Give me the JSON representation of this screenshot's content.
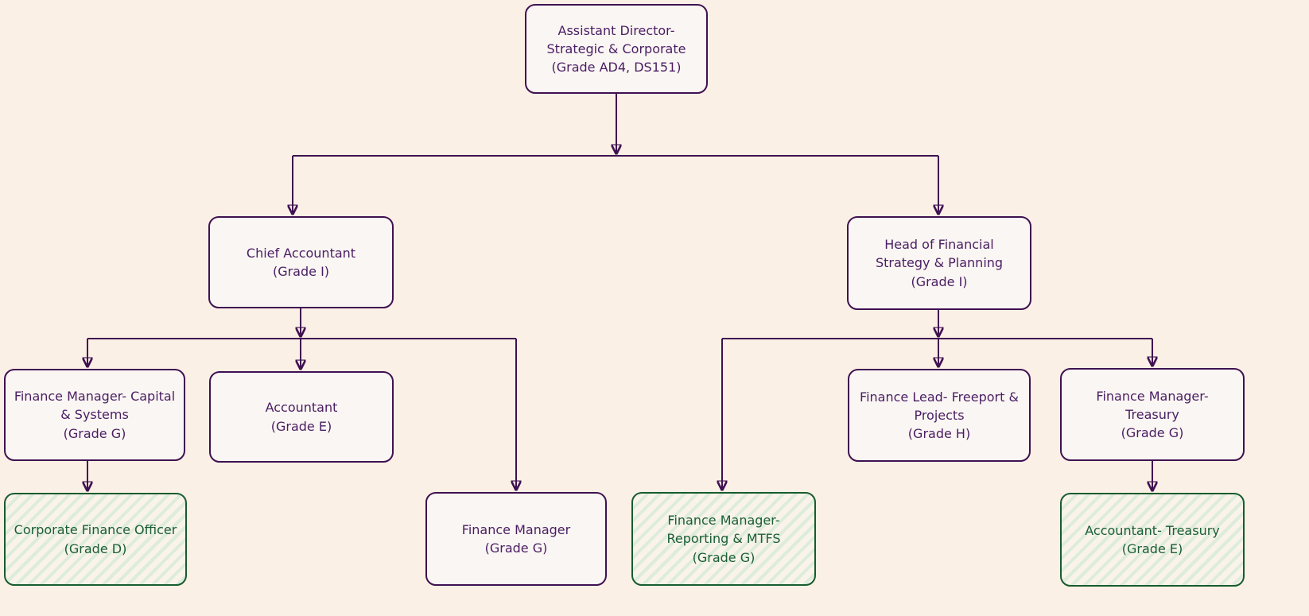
{
  "diagram": {
    "type": "org-chart",
    "colors": {
      "background": "#fbf0e5",
      "purple_border": "#3f1152",
      "purple_fill": "#faf6f3",
      "purple_text": "#4a1d63",
      "green_border": "#175c2e",
      "green_text": "#1b5e33",
      "green_hatch": "#ddecdc",
      "connector": "#3f1152"
    },
    "nodes": [
      {
        "id": "assistant-director",
        "style": "purple",
        "label": "Assistant Director-\nStrategic & Corporate\n(Grade AD4, DS151)"
      },
      {
        "id": "chief-accountant",
        "style": "purple",
        "label": "Chief Accountant\n(Grade I)"
      },
      {
        "id": "head-financial-strategy-planning",
        "style": "purple",
        "label": "Head of Financial\nStrategy & Planning\n(Grade I)"
      },
      {
        "id": "finance-manager-capital-systems",
        "style": "purple",
        "label": "Finance Manager- Capital\n& Systems\n(Grade G)"
      },
      {
        "id": "accountant",
        "style": "purple",
        "label": "Accountant\n(Grade E)"
      },
      {
        "id": "finance-lead-freeport-projects",
        "style": "purple",
        "label": "Finance Lead- Freeport &\nProjects\n(Grade H)"
      },
      {
        "id": "finance-manager-treasury",
        "style": "purple",
        "label": "Finance Manager-\nTreasury\n(Grade G)"
      },
      {
        "id": "corporate-finance-officer",
        "style": "green",
        "label": "Corporate Finance Officer\n(Grade D)"
      },
      {
        "id": "finance-manager",
        "style": "purple",
        "label": "Finance Manager\n(Grade G)"
      },
      {
        "id": "finance-manager-reporting-mtfs",
        "style": "green",
        "label": "Finance Manager-\nReporting & MTFS\n(Grade G)"
      },
      {
        "id": "accountant-treasury",
        "style": "green",
        "label": "Accountant- Treasury\n(Grade E)"
      }
    ],
    "edges": [
      {
        "from": "assistant-director",
        "to": "chief-accountant"
      },
      {
        "from": "assistant-director",
        "to": "head-financial-strategy-planning"
      },
      {
        "from": "chief-accountant",
        "to": "finance-manager-capital-systems"
      },
      {
        "from": "chief-accountant",
        "to": "accountant"
      },
      {
        "from": "chief-accountant",
        "to": "finance-manager"
      },
      {
        "from": "finance-manager-capital-systems",
        "to": "corporate-finance-officer"
      },
      {
        "from": "head-financial-strategy-planning",
        "to": "finance-manager-reporting-mtfs"
      },
      {
        "from": "head-financial-strategy-planning",
        "to": "finance-lead-freeport-projects"
      },
      {
        "from": "head-financial-strategy-planning",
        "to": "finance-manager-treasury"
      },
      {
        "from": "finance-manager-treasury",
        "to": "accountant-treasury"
      }
    ]
  }
}
